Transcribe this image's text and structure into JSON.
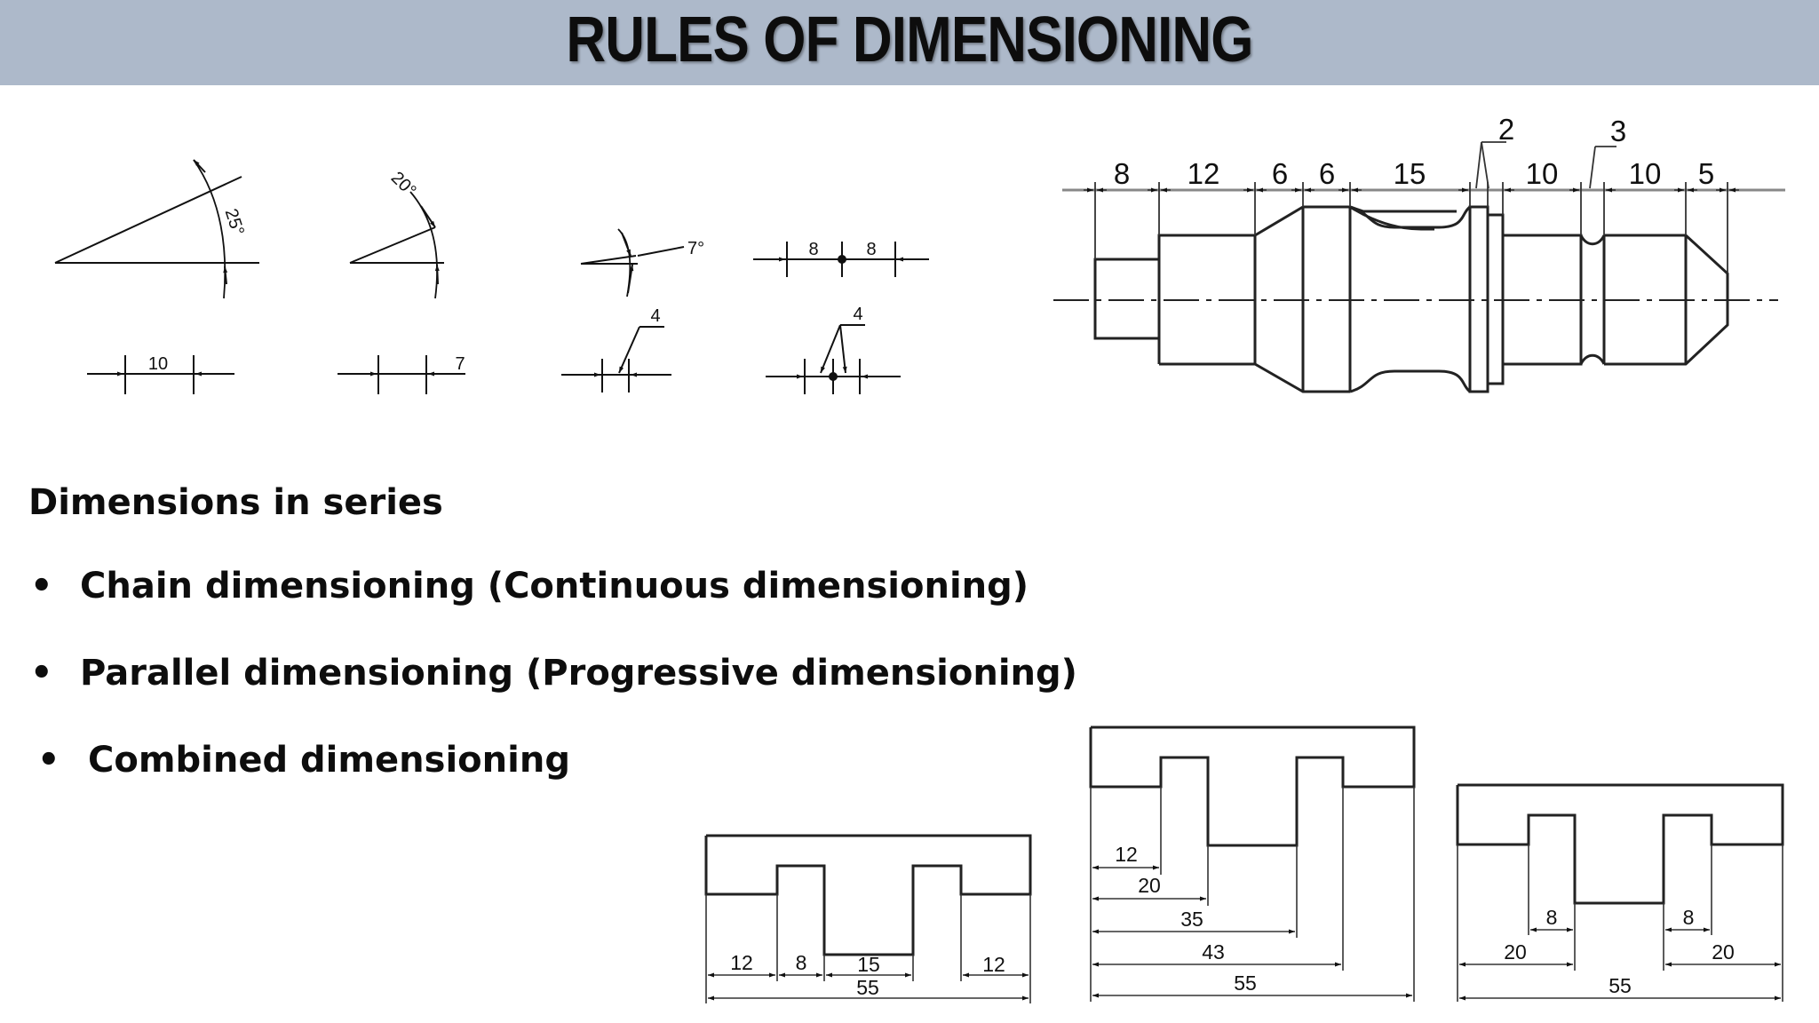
{
  "title": "RULES OF DIMENSIONING",
  "heading": "Dimensions in series",
  "bullets": [
    "Chain dimensioning (Continuous dimensioning)",
    "Parallel dimensioning (Progressive dimensioning)",
    "Combined dimensioning"
  ],
  "examples": {
    "angle_a": "25°",
    "angle_b": "20°",
    "angle_c": "7°",
    "pair_left": "8",
    "pair_right": "8",
    "linear_a": "10",
    "linear_b": "7",
    "leader_a": "4",
    "leader_b": "4"
  },
  "shaft": {
    "dims": [
      "8",
      "12",
      "6",
      "6",
      "15",
      "2",
      "10",
      "3",
      "10",
      "5"
    ]
  },
  "chain_part": {
    "dims": [
      "12",
      "8",
      "15",
      "12",
      "55"
    ]
  },
  "parallel_part": {
    "dims": [
      "12",
      "20",
      "35",
      "43",
      "55"
    ]
  },
  "combined_part": {
    "dims": [
      "8",
      "8",
      "20",
      "20",
      "55"
    ]
  }
}
